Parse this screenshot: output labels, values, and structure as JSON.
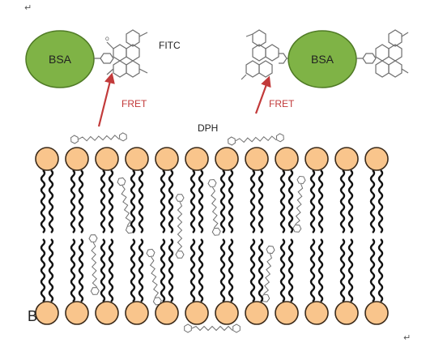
{
  "labels": {
    "bsa_left": "BSA",
    "bsa_right": "BSA",
    "fitc": "FITC",
    "fret_left": "FRET",
    "fret_right": "FRET",
    "dph": "DPH",
    "panel": "B"
  },
  "marks": {
    "return": "↵"
  },
  "colors": {
    "bsa_fill": "#7fb346",
    "bsa_stroke": "#4f7a25",
    "lipid_head": "#f9c58c",
    "lipid_stroke": "#3a2a1a",
    "tail": "#111111",
    "fret_arrow": "#c23a3a",
    "molecule": "#6f6f6f"
  },
  "membrane": {
    "heads_per_leaflet": 12
  }
}
